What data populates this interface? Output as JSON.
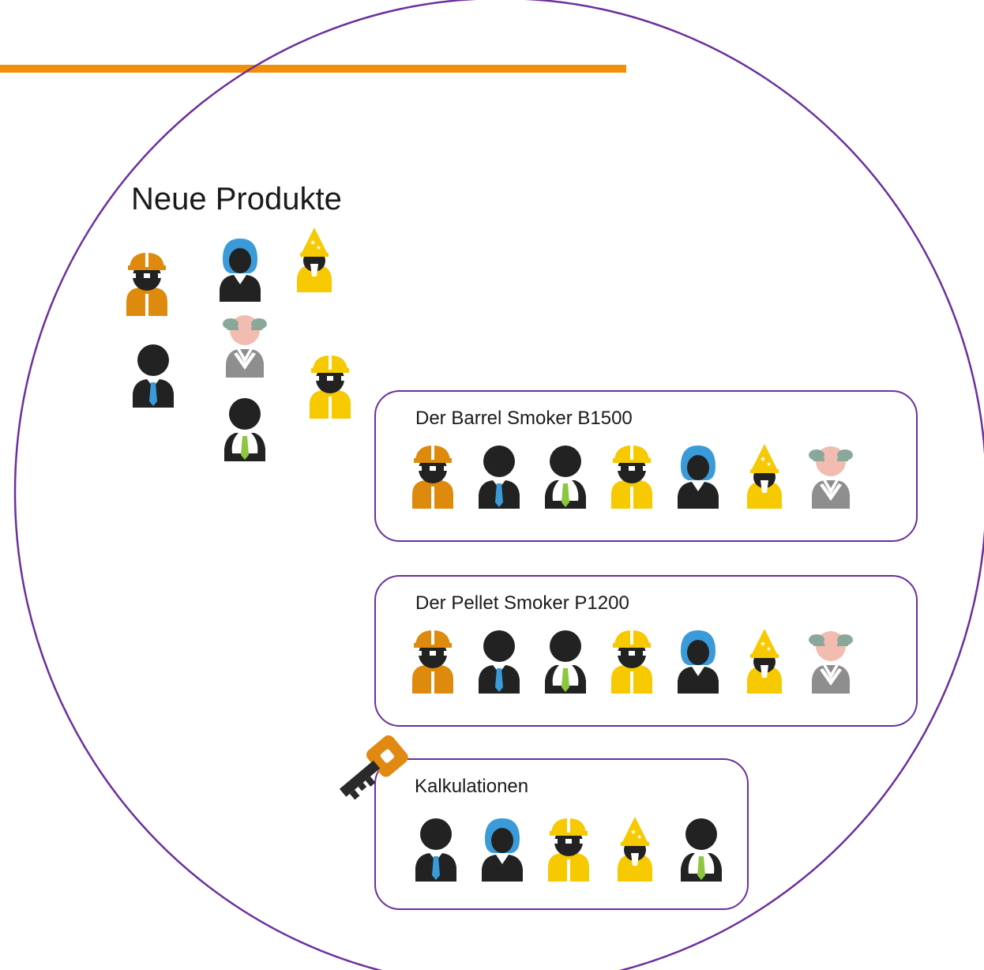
{
  "header_bar_color": "#f0900a",
  "outline_color": "#6b2f9e",
  "title": "Neue Produkte",
  "loose_people": [
    "worker-orange",
    "woman-blue",
    "wizard",
    "professor",
    "businessman-blue-tie",
    "worker-yellow",
    "manager-green-tie"
  ],
  "groups": [
    {
      "label": "Der Barrel Smoker B1500",
      "members": [
        "worker-orange",
        "businessman-blue-tie",
        "manager-green-tie",
        "worker-yellow",
        "woman-blue",
        "wizard",
        "professor"
      ]
    },
    {
      "label": "Der Pellet Smoker P1200",
      "members": [
        "worker-orange",
        "businessman-blue-tie",
        "manager-green-tie",
        "worker-yellow",
        "woman-blue",
        "wizard",
        "professor"
      ]
    },
    {
      "label": "Kalkulationen",
      "members": [
        "businessman-blue-tie",
        "woman-blue",
        "worker-yellow",
        "wizard",
        "manager-green-tie"
      ],
      "badge_icon": "key-icon"
    }
  ]
}
